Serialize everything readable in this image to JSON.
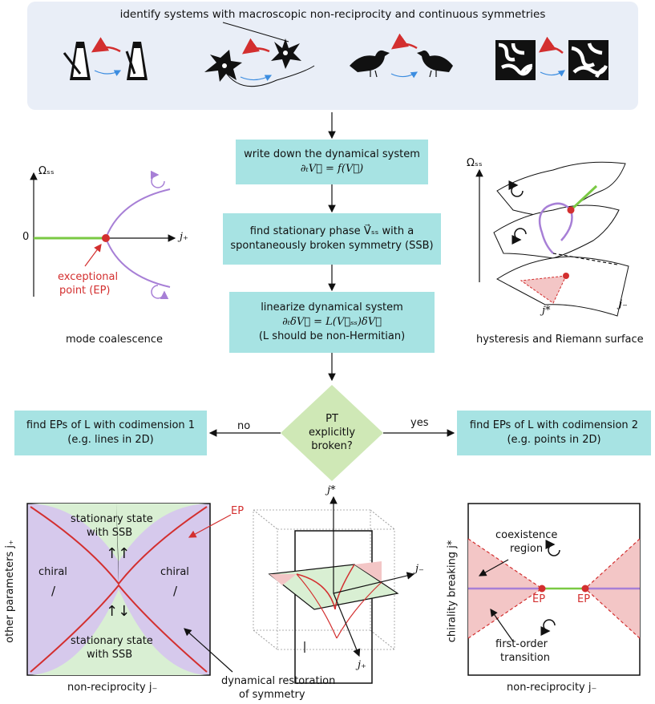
{
  "banner": {
    "title": "identify systems with macroscopic non-reciprocity and continuous symmetries"
  },
  "steps": {
    "s1_l1": "write down the dynamical system",
    "s1_l2": "∂ₜV⃗ = f(V⃗)",
    "s2_l1": "find stationary phase V⃗ₛₛ with a",
    "s2_l2": "spontaneously broken symmetry (SSB)",
    "s3_l1": "linearize dynamical system",
    "s3_l2": "∂ₜδV⃗ = L(V⃗ₛₛ)δV⃗",
    "s3_l3": "(L should be non-Hermitian)"
  },
  "decision": {
    "l1": "PT",
    "l2": "explicitly",
    "l3": "broken?",
    "no": "no",
    "yes": "yes"
  },
  "left_box": {
    "l1": "find EPs of L with codimension 1",
    "l2": "(e.g. lines in 2D)"
  },
  "right_box": {
    "l1": "find EPs of L with codimension 2",
    "l2": "(e.g. points in 2D)"
  },
  "mode_panel": {
    "ylabel": "Ωₛₛ",
    "xlabel": "j₊",
    "zero": "0",
    "ep1": "exceptional",
    "ep2": "point (EP)",
    "caption": "mode coalescence"
  },
  "riemann_panel": {
    "ylabel": "Ωₛₛ",
    "jstar": "j*",
    "jminus": "j₋",
    "caption": "hysteresis and Riemann surface"
  },
  "phase_left": {
    "ylabel": "other parameters j₊",
    "xlabel": "non-reciprocity j₋",
    "ep": "EP",
    "top1": "stationary state",
    "top2": "with SSB",
    "top_arrows": "↑↑",
    "bot_arrows": "↑↓",
    "bot1": "stationary state",
    "bot2": "with SSB",
    "chiral": "chiral",
    "chiral_sym": "/"
  },
  "middle_panel": {
    "jstar": "j*",
    "jminus": "j₋",
    "jplus": "j₊",
    "cap1": "dynamical restoration",
    "cap2": "of symmetry"
  },
  "phase_right": {
    "ylabel": "chirality breaking j*",
    "xlabel": "non-reciprocity j₋",
    "coex1": "coexistence",
    "coex2": "region",
    "ep_left": "EP",
    "ep_right": "EP",
    "fo1": "first-order",
    "fo2": "transition"
  },
  "colors": {
    "teal_box": "#a7e3e3",
    "banner": "#e9eef7",
    "purple": "#a77fd6",
    "green": "#7ac943",
    "red": "#d32f2f",
    "light_green": "#d9efd3",
    "lavender": "#d6c9ec",
    "pink": "#f3c6c6"
  }
}
